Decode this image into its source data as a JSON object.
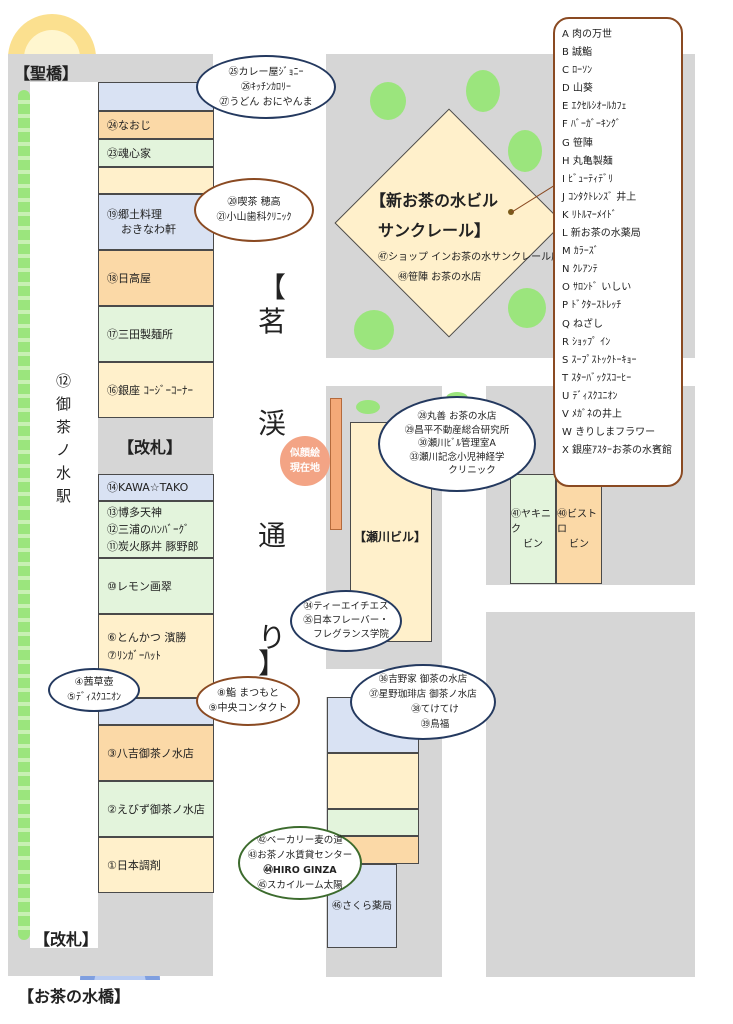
{
  "labels": {
    "hijiribashi": "【聖橋】",
    "ochanomizubashi": "【お茶の水橋】",
    "kaisatsu_mid": "【改札】",
    "kaisatsu_bottom": "【改札】",
    "station": [
      "⑫",
      "御",
      "茶",
      "ノ",
      "水",
      "駅"
    ],
    "street": [
      "【",
      "茗",
      "渓",
      "通",
      "り",
      "】"
    ],
    "current_location": [
      "似顔絵",
      "現在地"
    ],
    "sasegawa_building": "【瀬川ビル】",
    "sunclair": [
      "【新お茶の水ビル",
      "サンクレール】"
    ],
    "sunclair_shops": [
      "㊼ショップ インお茶の水サンクレール店",
      "㊽笹陣 お茶の水店"
    ]
  },
  "left_blocks": {
    "b24": "㉔なおじ",
    "b23": "㉓魂心家",
    "b19": [
      "⑲郷土料理",
      "おきなわ軒"
    ],
    "b18": "⑱日高屋",
    "b17": "⑰三田製麺所",
    "b16": "⑯銀座 ｺｰｼﾞｰｺｰﾅｰ",
    "b14": "⑭KAWA☆TAKO",
    "b13": [
      "⑬博多天神",
      "⑫三浦のﾊﾝﾊﾞｰｸﾞ",
      "⑪炭火豚丼 豚野郎"
    ],
    "b10": "⑩レモン画翠",
    "b6": [
      "⑥とんかつ 濱勝",
      "⑦ﾘﾝｶﾞｰﾊｯﾄ"
    ],
    "b3": "③八吉御茶ノ水店",
    "b2": "②えびず御茶ノ水店",
    "b1": "①日本調剤"
  },
  "right_blocks": {
    "b41": [
      "㊶ヤキニク",
      "ビン"
    ],
    "b40": [
      "㊵ビストロ",
      "ビン"
    ],
    "b46": "㊻さくら薬局"
  },
  "bubbles": {
    "top": [
      "㉕カレー屋ｼﾞｮﾆｰ",
      "㉖ｷｯﾁﾝｶﾛﾘｰ",
      "㉗うどん おにやんま"
    ],
    "mid": [
      "⑳喫茶 穂高",
      "㉑小山歯科ｸﾘﾆｯｸ"
    ],
    "left_small": [
      "④茜草壺",
      "⑤ﾃﾞｨｽｸﾕﾆｵﾝ"
    ],
    "sushi": [
      "⑧鮨 まつもと",
      "⑨中央コンタクト"
    ],
    "sasegawa_top": [
      "㉘丸善 お茶の水店",
      "㉙昌平不動産総合研究所",
      "㉚瀬川ﾋﾞﾙ管理室A",
      "㉝瀬川記念小児神経学",
      "クリニック"
    ],
    "sasegawa_low": [
      "㉞ティーエイチエス",
      "㉟日本フレーバー・",
      "フレグランス学院"
    ],
    "yoshinoya": [
      "㊱吉野家 御茶の水店",
      "㊲星野珈琲店 御茶ノ水店",
      "㊳てけてけ",
      "㊴鳥福"
    ],
    "bakery": [
      "㊷ベーカリー麦の道",
      "㊸お茶ノ水賃貸センター",
      "㊹HIRO GINZA",
      "㊺スカイルーム太陽"
    ]
  },
  "legend": [
    "A  肉の万世",
    "B  誠鮨",
    "C  ﾛｰｿﾝ",
    "D  山葵",
    "E  ｴｸｾﾙｼｵｰﾙｶﾌｪ",
    "F  ﾊﾞｰｶﾞｰｷﾝｸﾞ",
    "G  笹陣",
    "H  丸亀製麺",
    "I  ﾋﾞｭｰﾃｨﾃﾞﾘ",
    "J  ｺﾝﾀｸﾄﾚﾝｽﾞ 井上",
    "K  ﾘﾄﾙﾏｰﾒｲﾄﾞ",
    "L  新お茶の水薬局",
    "M  ｶﾗｰｽﾞ",
    "N  ｸﾚｱﾝﾃ",
    "O  ｻﾛﾝﾄﾞ いしい",
    "P  ﾄﾞｸﾀｰｽﾄﾚｯﾁ",
    "Q  ねざし",
    "R  ｼｮｯﾌﾟ ｲﾝ",
    "S  ｽｰﾌﾟｽﾄｯｸﾄｰｷｮｰ",
    "T  ｽﾀｰﾊﾞｯｸｽｺｰﾋｰ",
    "U  ﾃﾞｨｽｸﾕﾆｵﾝ",
    "V  ﾒｶﾞﾈの井上",
    "W  きりしまフラワー",
    "X  銀座ｱｽﾀｰお茶の水賓館"
  ],
  "colors": {
    "orange": "#fbd9a7",
    "green": "#e3f4dc",
    "blue": "#d9e2f3",
    "cream": "#fff0cb",
    "tree": "#9be57d",
    "road": "#d6d6d6",
    "bubble_navy": "#24395f",
    "bubble_brown": "#8a4a22",
    "bubble_green": "#3c6b2d"
  }
}
